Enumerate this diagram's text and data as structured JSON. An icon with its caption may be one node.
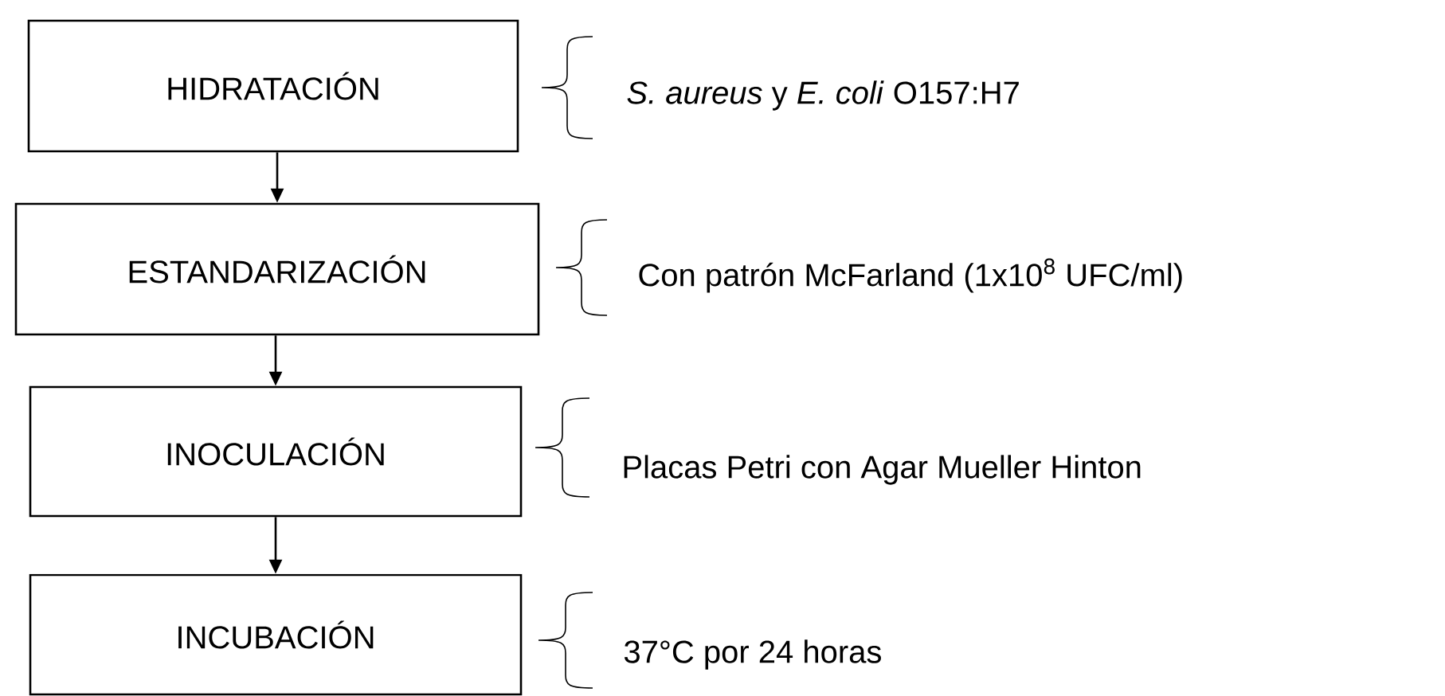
{
  "diagram": {
    "nodes": [
      {
        "text": [
          "HIDRATACIÓN"
        ],
        "beside": [
          "*S. aureus* y *E. coli* O157:H7"
        ]
      },
      {
        "text": [
          "ESTANDARIZACIÓN"
        ],
        "beside": [
          "Con patrón McFarland (1x10$^{8}$ UFC/ml)"
        ]
      },
      {
        "text": [
          "INOCULACIÓN"
        ],
        "beside": [
          "Placas Petri con Agar Mueller Hinton"
        ]
      },
      {
        "text": [
          "INCUBACIÓN"
        ],
        "beside": [
          "37°C por 24 horas"
        ]
      }
    ],
    "edges": [
      {
        "from": 0,
        "to": 1,
        "arrow": "to"
      },
      {
        "from": 1,
        "to": 2,
        "arrow": "to"
      },
      {
        "from": 2,
        "to": 3,
        "arrow": "to"
      }
    ]
  }
}
